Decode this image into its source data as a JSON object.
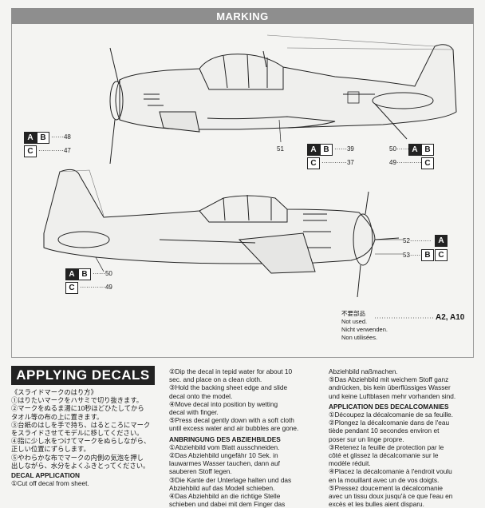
{
  "marking": {
    "title": "MARKING"
  },
  "top_plane": {
    "callouts": {
      "left_box_row1": [
        "A",
        "B"
      ],
      "left_ref_row1": "48",
      "left_box_row2": [
        "C"
      ],
      "left_ref_row2": "47",
      "center_ref": "51",
      "right_box_row1": [
        "A",
        "B"
      ],
      "right_ref_row1": "39",
      "right_box_row2": [
        "C"
      ],
      "right_ref_row2": "37",
      "far_ref1": "50",
      "far_ref1_boxes": [
        "A",
        "B"
      ],
      "far_ref2": "49",
      "far_ref2_boxes": [
        "C"
      ]
    }
  },
  "bottom_plane": {
    "callouts": {
      "ref_52": "52",
      "ref_52_box": [
        "A"
      ],
      "ref_53": "53",
      "ref_53_boxes": [
        "B",
        "C"
      ],
      "left_box_row1": [
        "A",
        "B"
      ],
      "left_ref_row1": "50",
      "left_box_row2": [
        "C"
      ],
      "left_ref_row2": "49"
    }
  },
  "unused": {
    "jp": "不要部品",
    "en": "Not used.",
    "de": "Nicht verwenden.",
    "fr": "Non utilisées.",
    "parts": "A2, A10"
  },
  "applying": {
    "title": "APPLYING DECALS",
    "col1": [
      "《スライドマークのはり方》",
      "①はりたいマークをハサミで切り抜きます。",
      "②マークをぬるま湯に10秒ほどひたしてから",
      "タオル等の布の上に置きます。",
      "③台紙のはしを手で持ち、はるところにマーク",
      "をスライドさせてモデルに移してください。",
      "④指に少し水をつけてマークをぬらしながら、",
      "正しい位置にずらします。",
      "⑤やわらかな布でマークの内側の気泡を押し",
      "出しながら、水分をよくふきとってください。"
    ],
    "col1_heading": "DECAL APPLICATION",
    "col1_tail": "①Cut off decal from sheet.",
    "col2": [
      "②Dip the decal in tepid water for about 10",
      "sec. and place on a clean cloth.",
      "③Hold the backing sheet edge and slide",
      "decal onto the model.",
      "④Move decal into position by wetting",
      "decal with finger.",
      "⑤Press decal gently down with a soft cloth",
      "until excess water and air bubbles are gone."
    ],
    "col2_heading": "ANBRINGUNG DES ABZIEHBILDES",
    "col2_b": [
      "①Abziehbild vom Blatt ausschneiden.",
      "②Das Abziehbild ungefähr 10 Sek. in",
      "lauwarmes Wasser tauchen, dann auf",
      "sauberen Stoff legen.",
      "③Die Kante der Unterlage halten und das",
      "Abziehbild auf das Modell schieben.",
      "④Das Abziehbild an die richtige Stelle",
      "schieben und dabei mit dem Finger das"
    ],
    "col3": [
      "Abziehbild naßmachen.",
      "⑤Das Abziehbild mit weichem Stoff ganz",
      "andrücken, bis kein überflüssiges Wasser",
      "und keine Luftblasen mehr vorhanden sind."
    ],
    "col3_heading": "APPLICATION DES DECALCOMANIES",
    "col3_b": [
      "①Découpez la décalcomanie de sa feuille.",
      "②Plongez la décalcomanie dans de l'eau",
      "tiède pendant 10 secondes environ et",
      "poser sur un linge propre.",
      "③Retenez la feuille de protection par le",
      "côté et glissez la décalcomanie sur le",
      "modèle réduit.",
      "④Placez la décalcomanie à l'endroit voulu",
      "en la mouillant avec un de vos doigts.",
      "⑤Pressez doucement la décalcomanie",
      "avec un tissu doux jusqu'à ce que l'eau en",
      "excès et les bulles aient disparu."
    ]
  }
}
